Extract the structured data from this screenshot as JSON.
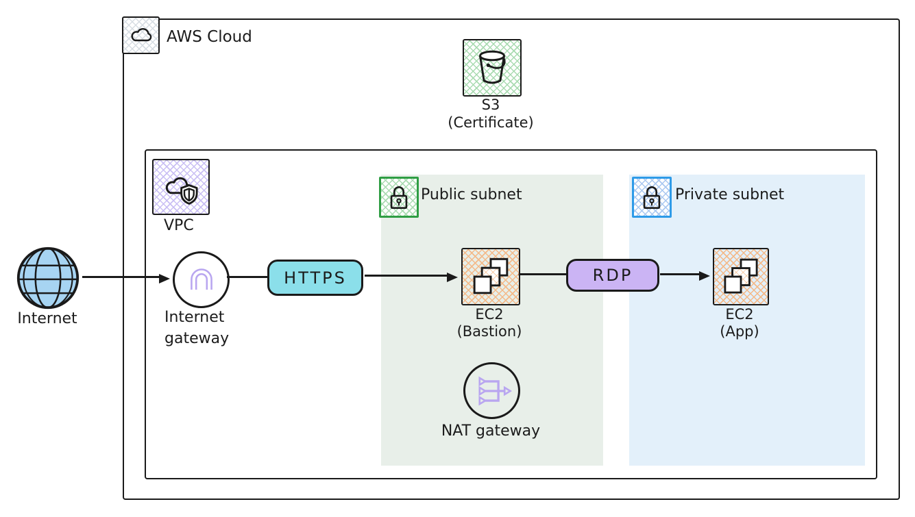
{
  "nodes": {
    "aws_cloud": {
      "label": "AWS Cloud"
    },
    "s3": {
      "name": "S3",
      "sublabel": "(Certificate)"
    },
    "vpc": {
      "label": "VPC"
    },
    "public_subnet": {
      "label": "Public subnet"
    },
    "private_subnet": {
      "label": "Private subnet"
    },
    "internet": {
      "label": "Internet"
    },
    "internet_gateway": {
      "label_line1": "Internet",
      "label_line2": "gateway"
    },
    "ec2_bastion": {
      "name": "EC2",
      "sublabel": "(Bastion)"
    },
    "ec2_app": {
      "name": "EC2",
      "sublabel": "(App)"
    },
    "nat_gateway": {
      "label": "NAT gateway"
    }
  },
  "edges": {
    "https": {
      "label": "HTTPS"
    },
    "rdp": {
      "label": "RDP"
    }
  },
  "colors": {
    "public_subnet_fill": "#E8EFE9",
    "private_subnet_fill": "#E3F0FA",
    "https_pill_fill": "#8BDFEA",
    "rdp_pill_fill": "#CBB4F4",
    "gateway_glyph_purple": "#B9A6F0",
    "ec2_hatch_orange": "#F4B988",
    "s3_hatch_green": "#A9DBB1",
    "vpc_hatch_purple": "#C9BEF4",
    "aws_hatch_gray": "#D7DDE3",
    "subnet_hatch_blue": "#A9C7F0",
    "public_icon_border_green": "#2F9E44",
    "private_icon_border_blue": "#2E9BE8",
    "internet_globe_fill": "#A7D4F2",
    "stroke_black": "#1A1A1A"
  }
}
